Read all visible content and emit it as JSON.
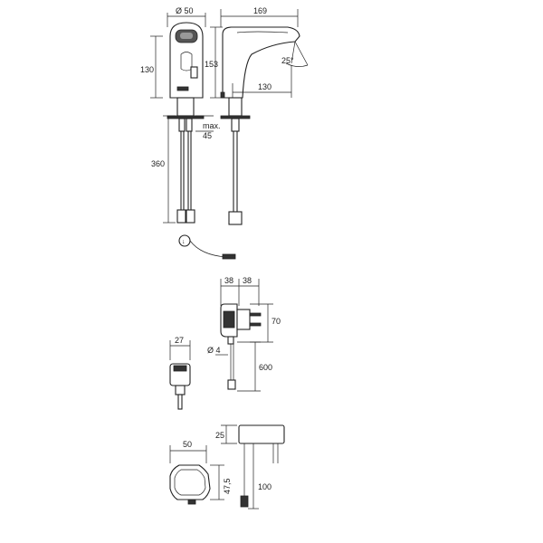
{
  "dimensions": {
    "faucet_front": {
      "diameter": "Ø 50",
      "height_130": "130",
      "max_45_line1": "max.",
      "max_45_line2": "45",
      "hose_360": "360"
    },
    "faucet_side": {
      "width_169": "169",
      "height_153": "153",
      "angle": "25°",
      "reach_130": "130"
    },
    "power_adapter": {
      "width_a": "38",
      "width_b": "38",
      "height_70": "70",
      "diameter_4": "Ø 4",
      "cable_600": "600"
    },
    "plug_module": {
      "width_27": "27"
    },
    "battery_box": {
      "width_50": "50",
      "height_47_5": "47,5",
      "height_25": "25",
      "cable_100": "100"
    }
  },
  "colors": {
    "line": "#222222",
    "fill_dark": "#333333",
    "background": "#ffffff"
  }
}
